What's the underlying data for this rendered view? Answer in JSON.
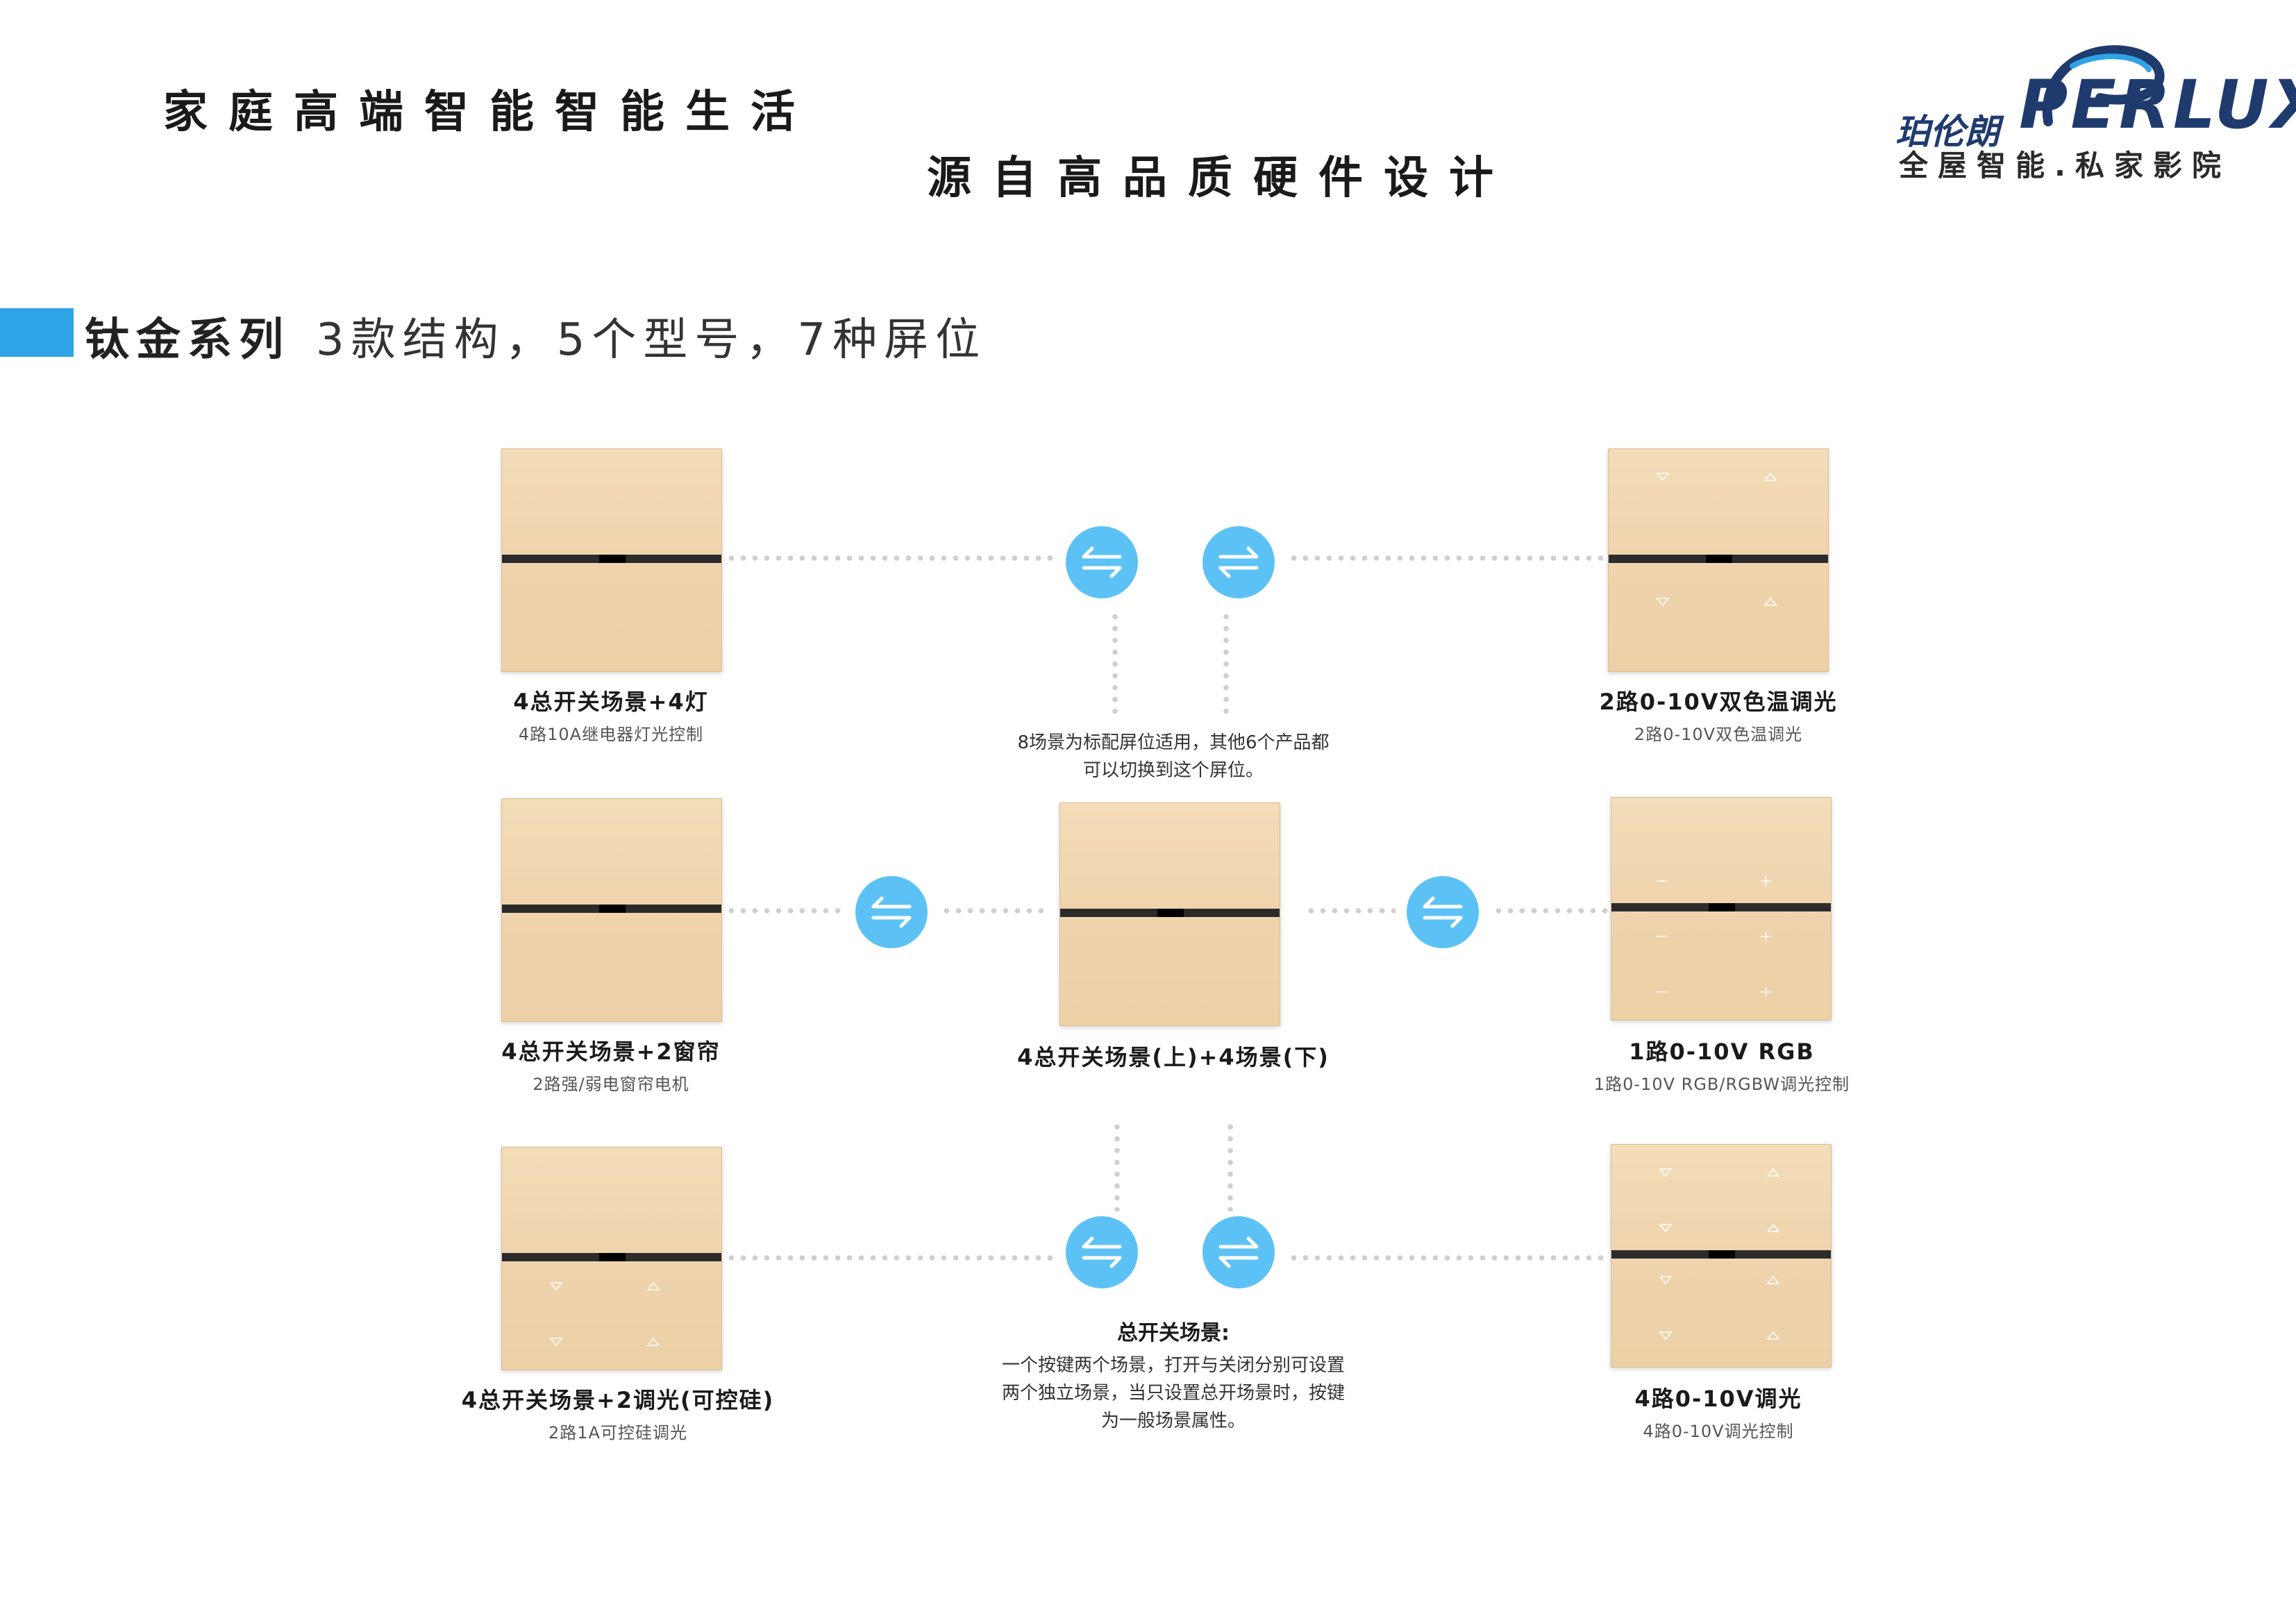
{
  "header": {
    "slogan_line1": "家庭高端智能智能生活",
    "slogan_line2": "源自高品质硬件设计",
    "logo_cn": "珀伦朗",
    "logo_en": "PERLUX",
    "logo_tagline": "全屋智能.私家影院"
  },
  "section": {
    "title": "钛金系列",
    "subtitle": "3款结构，5个型号，7种屏位"
  },
  "products": [
    {
      "title": "4总开关场景+4灯",
      "subtitle": "4路10A继电器灯光控制"
    },
    {
      "title": "4总开关场景+2窗帘",
      "subtitle": "2路强/弱电窗帘电机"
    },
    {
      "title": "4总开关场景+2调光(可控硅)",
      "subtitle": "2路1A可控硅调光"
    },
    {
      "title": "4总开关场景(上)+4场景(下)",
      "subtitle": ""
    },
    {
      "title": "2路0-10V双色温调光",
      "subtitle": "2路0-10V双色温调光"
    },
    {
      "title": "1路0-10V RGB",
      "subtitle": "1路0-10V RGB/RGBW调光控制"
    },
    {
      "title": "4路0-10V调光",
      "subtitle": "4路0-10V调光控制"
    }
  ],
  "notes": {
    "top_line1": "8场景为标配屏位适用，其他6个产品都",
    "top_line2": "可以切换到这个屏位。",
    "bottom_title": "总开关场景:",
    "bottom_line1": "一个按键两个场景，打开与关闭分别可设置",
    "bottom_line2": "两个独立场景，当只设置总开场景时，按键",
    "bottom_line3": "为一般场景属性。"
  },
  "colors": {
    "accent": "#2ea3e6",
    "switch_icon": "#5cc2f5",
    "panel_gold": "#efd3ac",
    "logo_blue": "#1f3b6e"
  },
  "icons": {
    "switch": "swap-arrows-icon"
  }
}
